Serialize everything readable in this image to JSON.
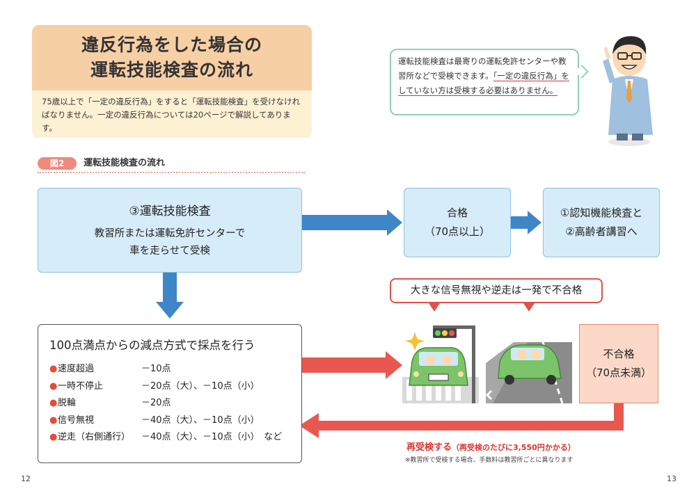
{
  "title": {
    "line1": "違反行為をした場合の",
    "line2": "運転技能検査の流れ"
  },
  "intro": "75歳以上で「一定の違反行為」をすると「運転技能検査」を受けなければなりません。一定の違反行為については20ページで解説してあります。",
  "speech": {
    "part1": "運転技能検査は最寄りの運転免許センターや教習所などで受検できます。",
    "part2": "「一定の違反行為」をしていない方は受検する必要はありません。"
  },
  "figure": {
    "label": "図2",
    "title": "運転技能検査の流れ"
  },
  "main_box": {
    "heading": "③運転技能検査",
    "line1": "教習所または運転免許センターで",
    "line2": "車を走らせて受検"
  },
  "pass_box": {
    "line1": "合格",
    "line2": "（70点以上）"
  },
  "next_box": {
    "line1": "①認知機能検査と",
    "line2": "②高齢者講習へ"
  },
  "scoring": {
    "heading": "100点満点からの減点方式で採点を行う",
    "items": [
      {
        "bullet": "●",
        "name": "速度超過",
        "penalty": "－10点"
      },
      {
        "bullet": "●",
        "name": "一時不停止",
        "penalty": "－20点（大）、－10点（小）"
      },
      {
        "bullet": "●",
        "name": "脱輪",
        "penalty": "－20点"
      },
      {
        "bullet": "●",
        "name": "信号無視",
        "penalty": "－40点（大）、－10点（小）"
      },
      {
        "bullet": "●",
        "name": "逆走（右側通行）",
        "penalty": "－40点（大）、－10点（小）　など"
      }
    ]
  },
  "warning": "大きな信号無視や逆走は一発で不合格",
  "fail_box": {
    "line1": "不合格",
    "line2": "（70点未満）"
  },
  "retry": {
    "main": "再受検する",
    "sub": "（再受検のたびに3,550円かかる）"
  },
  "note": "※教習所で受検する場合、手数料は教習所ごとに異なります",
  "pages": {
    "left": "12",
    "right": "13"
  },
  "colors": {
    "blue_arrow": "#3f86c8",
    "red_arrow": "#e9584e",
    "title_bg": "#f7cfa5"
  }
}
